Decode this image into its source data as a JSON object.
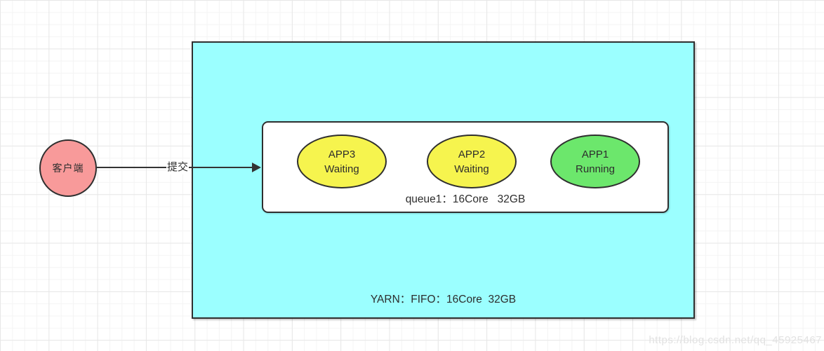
{
  "diagram": {
    "client": {
      "label": "客户端"
    },
    "arrow": {
      "label": "提交"
    },
    "yarn": {
      "label": "YARN：FIFO：16Core  32GB"
    },
    "queue": {
      "label": "queue1：16Core   32GB",
      "apps": [
        {
          "name": "APP3",
          "status": "Waiting",
          "color": "#f6f44e"
        },
        {
          "name": "APP2",
          "status": "Waiting",
          "color": "#f6f44e"
        },
        {
          "name": "APP1",
          "status": "Running",
          "color": "#6ce76c"
        }
      ]
    }
  },
  "colors": {
    "client_fill": "#f89a9a",
    "yarn_fill": "#9bffff",
    "queue_fill": "#ffffff",
    "stroke": "#2f2f2f",
    "waiting_fill": "#f6f44e",
    "running_fill": "#6ce76c"
  },
  "watermark": "https://blog.csdn.net/qq_45925467"
}
